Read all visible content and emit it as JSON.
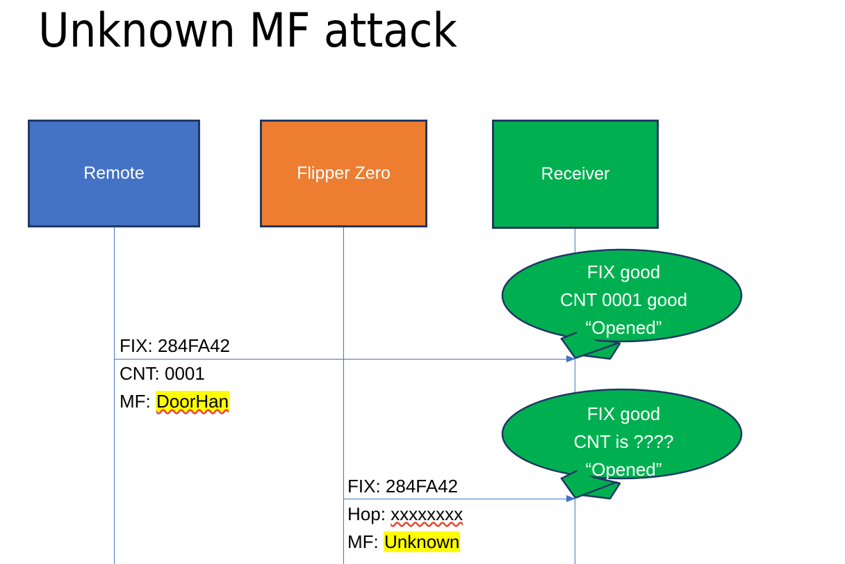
{
  "slide": {
    "title": "Unknown MF attack",
    "background": "#FFFFFF"
  },
  "colors": {
    "remote_fill": "#4472C4",
    "flipper_fill": "#ED7D31",
    "receiver_fill": "#00B050",
    "box_border": "#1F3864",
    "lifeline": "#4472C4",
    "arrow": "#4472C4",
    "balloon_fill": "#00B050",
    "balloon_border": "#1F3864",
    "highlight": "#FFFF00",
    "spellcheck_underline": "#E8452C",
    "text": "#000000",
    "box_label_text": "#FFFFFF"
  },
  "actors": [
    {
      "id": "remote",
      "label": "Remote"
    },
    {
      "id": "flipper",
      "label": "Flipper Zero"
    },
    {
      "id": "receiver",
      "label": "Receiver"
    }
  ],
  "messages": [
    {
      "id": "msg-1",
      "from": "remote",
      "to": "receiver",
      "lines": [
        {
          "label": "FIX: ",
          "value": "284FA42",
          "highlight": false,
          "spellcheck": false
        },
        {
          "label": "CNT: ",
          "value": "0001",
          "highlight": false,
          "spellcheck": false
        },
        {
          "label": "MF: ",
          "value": "DoorHan",
          "highlight": true,
          "spellcheck": true
        }
      ]
    },
    {
      "id": "msg-2",
      "from": "flipper",
      "to": "receiver",
      "lines": [
        {
          "label": "FIX: ",
          "value": "284FA42",
          "highlight": false,
          "spellcheck": false
        },
        {
          "label": "Hop: ",
          "value": "xxxxxxxx",
          "highlight": false,
          "spellcheck": true
        },
        {
          "label": "MF: ",
          "value": "Unknown",
          "highlight": true,
          "spellcheck": false
        }
      ]
    }
  ],
  "balloons": [
    {
      "id": "balloon-1",
      "anchor": "msg-1",
      "lines": [
        "FIX good",
        "CNT 0001 good",
        "“Opened”"
      ]
    },
    {
      "id": "balloon-2",
      "anchor": "msg-2",
      "lines": [
        "FIX good",
        "CNT is ????",
        "“Opened”"
      ]
    }
  ]
}
